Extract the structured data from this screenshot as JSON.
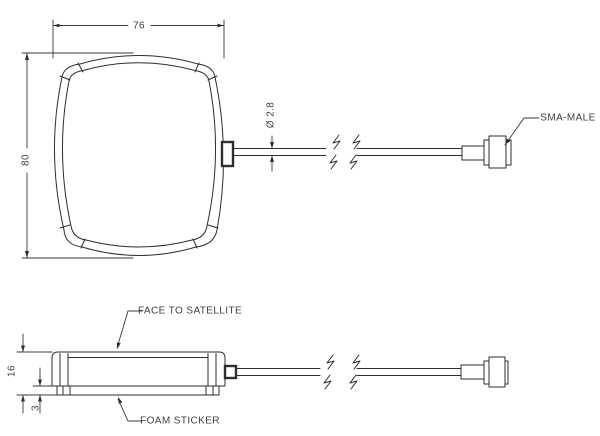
{
  "labels": {
    "width": "76",
    "height": "80",
    "cable_diameter": "Ø 2.8",
    "connector": "SMA-MALE",
    "face": "FACE TO SATELLITE",
    "foam": "FOAM STICKER",
    "body_thickness": "16",
    "foam_thickness": "3"
  },
  "colors": {
    "line": "#2e2e2e",
    "text": "#3f3f3f",
    "background": "#ffffff"
  }
}
